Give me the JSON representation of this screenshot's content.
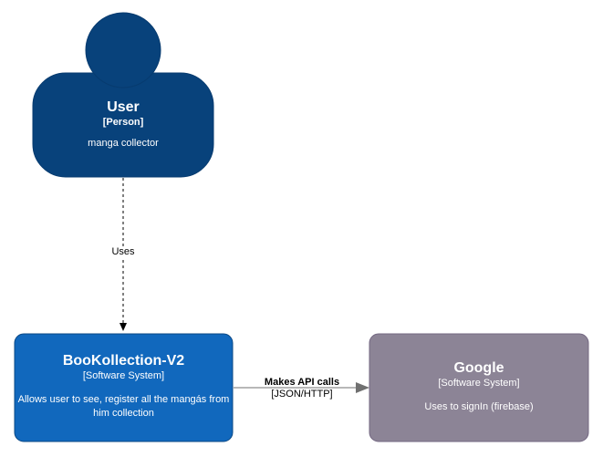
{
  "nodes": {
    "user": {
      "name": "User",
      "type": "[Person]",
      "description": "manga collector",
      "fill": "#08427b",
      "stroke": "#073b6f"
    },
    "bookollection": {
      "name": "BooKollection-V2",
      "type": "[Software System]",
      "description_line1": "Allows user to see, register all the mangás from",
      "description_line2": "him collection",
      "fill": "#1168bd",
      "stroke": "#0b4884"
    },
    "google": {
      "name": "Google",
      "type": "[Software System]",
      "description": "Uses to signIn (firebase)",
      "fill": "#8c8496",
      "stroke": "#736782"
    }
  },
  "edges": {
    "uses": {
      "label": "Uses",
      "style": "dashed",
      "color": "#000000"
    },
    "api": {
      "label": "Makes API calls",
      "technology": "[JSON/HTTP]",
      "style": "solid",
      "color": "#707070"
    }
  }
}
